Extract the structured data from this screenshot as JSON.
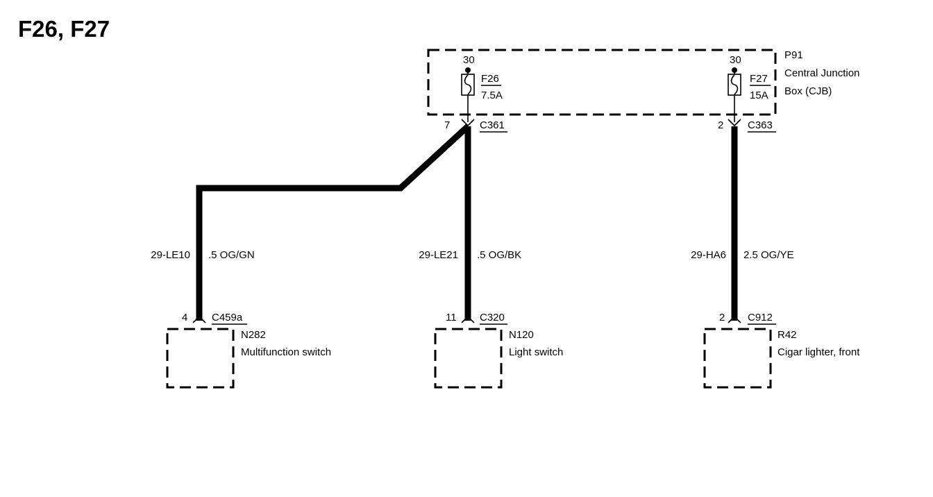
{
  "title": "F26, F27",
  "cjb": {
    "id": "P91",
    "name_line1": "Central Junction",
    "name_line2": "Box (CJB)",
    "fuses": [
      {
        "pin_top": "30",
        "fuse": "F26",
        "rating": "7.5A",
        "pin_out": "7",
        "connector": "C361"
      },
      {
        "pin_top": "30",
        "fuse": "F27",
        "rating": "15A",
        "pin_out": "2",
        "connector": "C363"
      }
    ]
  },
  "circuits": [
    {
      "circuit": "29-LE10",
      "wire": ".5 OG/GN"
    },
    {
      "circuit": "29-LE21",
      "wire": ".5 OG/BK"
    },
    {
      "circuit": "29-HA6",
      "wire": "2.5 OG/YE"
    }
  ],
  "components": [
    {
      "pin": "4",
      "connector": "C459a",
      "id": "N282",
      "name": "Multifunction switch"
    },
    {
      "pin": "11",
      "connector": "C320",
      "id": "N120",
      "name": "Light switch"
    },
    {
      "pin": "2",
      "connector": "C912",
      "id": "R42",
      "name": "Cigar lighter, front"
    }
  ]
}
